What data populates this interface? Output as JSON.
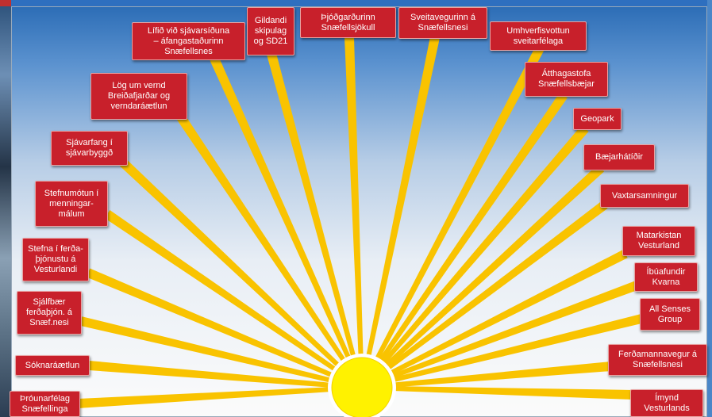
{
  "diagram": {
    "colors": {
      "ray": "#f9c300",
      "sun": "#fff200",
      "box": "#c8202b",
      "box_text": "#ffffff"
    },
    "nodes": [
      {
        "id": "throunarfelag",
        "label": "Þróunarfélag\nSnæfellinga"
      },
      {
        "id": "soknaraaetlun",
        "label": "Sóknaráætlun"
      },
      {
        "id": "sjalfbaer",
        "label": "Sjálfbær\nferðaþjón. á\nSnæf.nesi"
      },
      {
        "id": "stefna-ferda",
        "label": "Stefna í ferða-\nþjónustu á\nVesturlandi"
      },
      {
        "id": "stefnumotun",
        "label": "Stefnumótun í\nmenningar-\nmálum"
      },
      {
        "id": "sjavarfang",
        "label": "Sjávarfang í\nsjávarbyggð"
      },
      {
        "id": "log-um-vernd",
        "label": "Lög um vernd\nBreiðafjarðar og\nverndaráætlun"
      },
      {
        "id": "lifid",
        "label": "Lífið við sjávarsíðuna\n– áfangastaðurinn\nSnæfellsnes"
      },
      {
        "id": "gildandi",
        "label": "Gildandi\nskipulag\nog SD21"
      },
      {
        "id": "thjodgardurinn",
        "label": "Þjóðgarðurinn\nSnæfellsjökull"
      },
      {
        "id": "sveitavegurinn",
        "label": "Sveitavegurinn á\nSnæfellsnesi"
      },
      {
        "id": "umhverfisvottun",
        "label": "Umhverfisvottun\nsveitarfélaga"
      },
      {
        "id": "atthagastofa",
        "label": "Átthagastofa\nSnæfellsbæjar"
      },
      {
        "id": "geopark",
        "label": "Geopark"
      },
      {
        "id": "baejarhatidir",
        "label": "Bæjarhátíðir"
      },
      {
        "id": "vaxtarsamningur",
        "label": "Vaxtarsamningur"
      },
      {
        "id": "matarkistan",
        "label": "Matarkistan\nVesturland"
      },
      {
        "id": "ibuafundir",
        "label": "Íbúafundir\nKvarna"
      },
      {
        "id": "all-senses",
        "label": "All Senses\nGroup"
      },
      {
        "id": "ferdamannavegur",
        "label": "Ferðamannavegur á\nSnæfellsnesi"
      },
      {
        "id": "imynd",
        "label": "Ímynd\nVesturlands"
      }
    ]
  }
}
